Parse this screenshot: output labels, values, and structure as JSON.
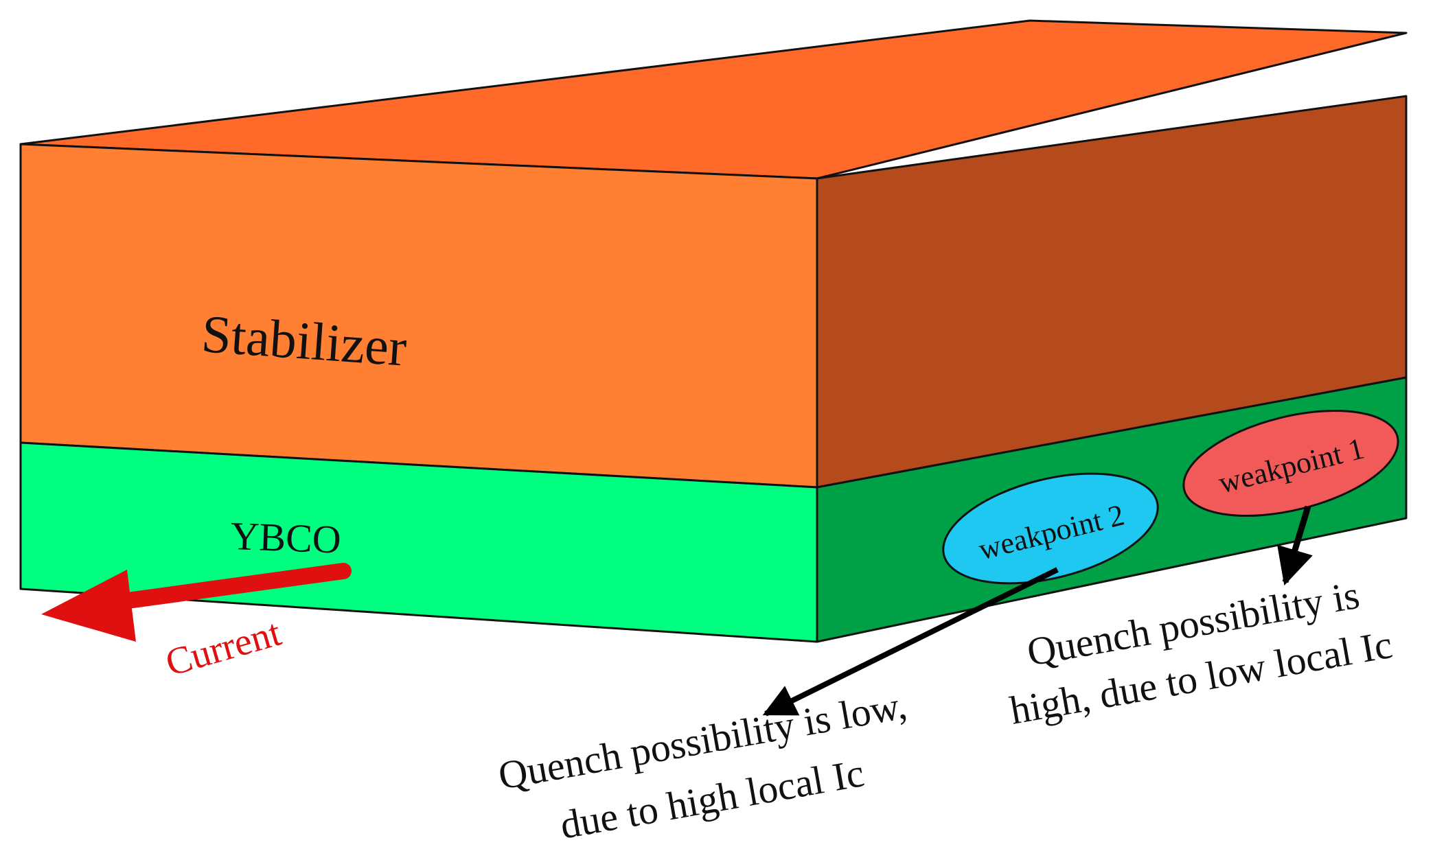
{
  "diagram": {
    "layers": {
      "stabilizer_label": "Stabilizer",
      "ybco_label": "YBCO"
    },
    "current_label": "Current",
    "weakpoints": [
      {
        "label": "weakpoint 1",
        "note_line1": "Quench possibility is",
        "note_line2": "high, due to low local Ic"
      },
      {
        "label": "weakpoint 2",
        "note_line1": "Quench possibility is low,",
        "note_line2": "due to high local Ic"
      }
    ]
  },
  "colors": {
    "stabilizer_top": "#FF6A2B",
    "stabilizer_front": "#FF7F33",
    "stabilizer_side": "#B54A1D",
    "ybco_front": "#00FF80",
    "ybco_side": "#00A047",
    "weakpoint1_fill": "#F25A5A",
    "weakpoint2_fill": "#1EC8F0",
    "current_arrow": "#E01010",
    "current_text": "#E01010",
    "outline": "#111111",
    "note_arrow": "#000000"
  },
  "icons": {
    "current_direction": "arrow-left-icon",
    "note_pointer": "arrow-down-icon"
  }
}
